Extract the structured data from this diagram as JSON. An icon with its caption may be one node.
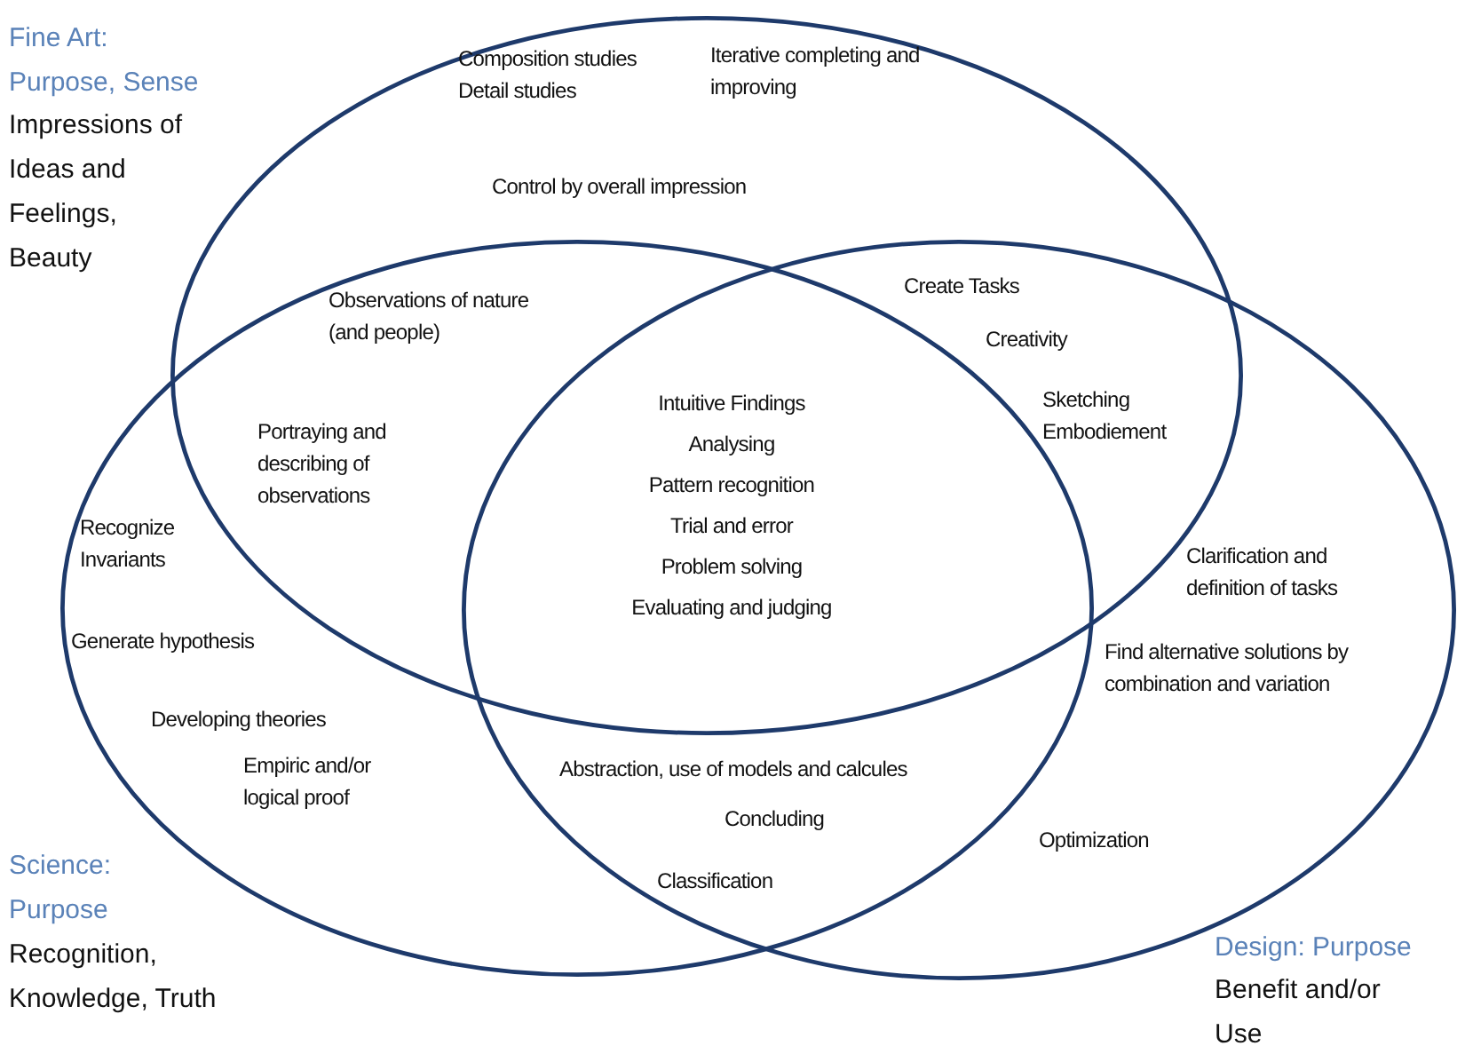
{
  "diagram": {
    "nodes": [
      {
        "text": [
          "Fine Art: Purpose, Sense",
          "Impressions of Ideas and Feelings, Beauty"
        ]
      },
      {
        "text": [
          "Science: Purpose",
          "Recognition, Knowledge, Truth"
        ]
      },
      {
        "text": [
          "Design: Purpose",
          "Benefit and/or Use"
        ]
      }
    ],
    "labels": [
      "Composition studies",
      "Iterative completing and improving",
      "Detail studies",
      "Control by overall impression",
      "Create Tasks",
      "Observations of nature (and people)",
      "Creativity",
      "Intuitive Findings",
      "Sketching Embodiement",
      "Portraying and describing of observations",
      "Analysing",
      "Pattern recognition",
      "Recognize Invariants",
      "Trial and error",
      "Clarification and definition of tasks",
      "Problem solving",
      "Evaluating and judging",
      "Generate hypothesis",
      "Find alternative solutions by combination and variation",
      "Developing theories",
      "Abstraction, use of models and calcules",
      "Empiric and/or logical proof",
      "Concluding",
      "Optimization",
      "Classification"
    ]
  }
}
